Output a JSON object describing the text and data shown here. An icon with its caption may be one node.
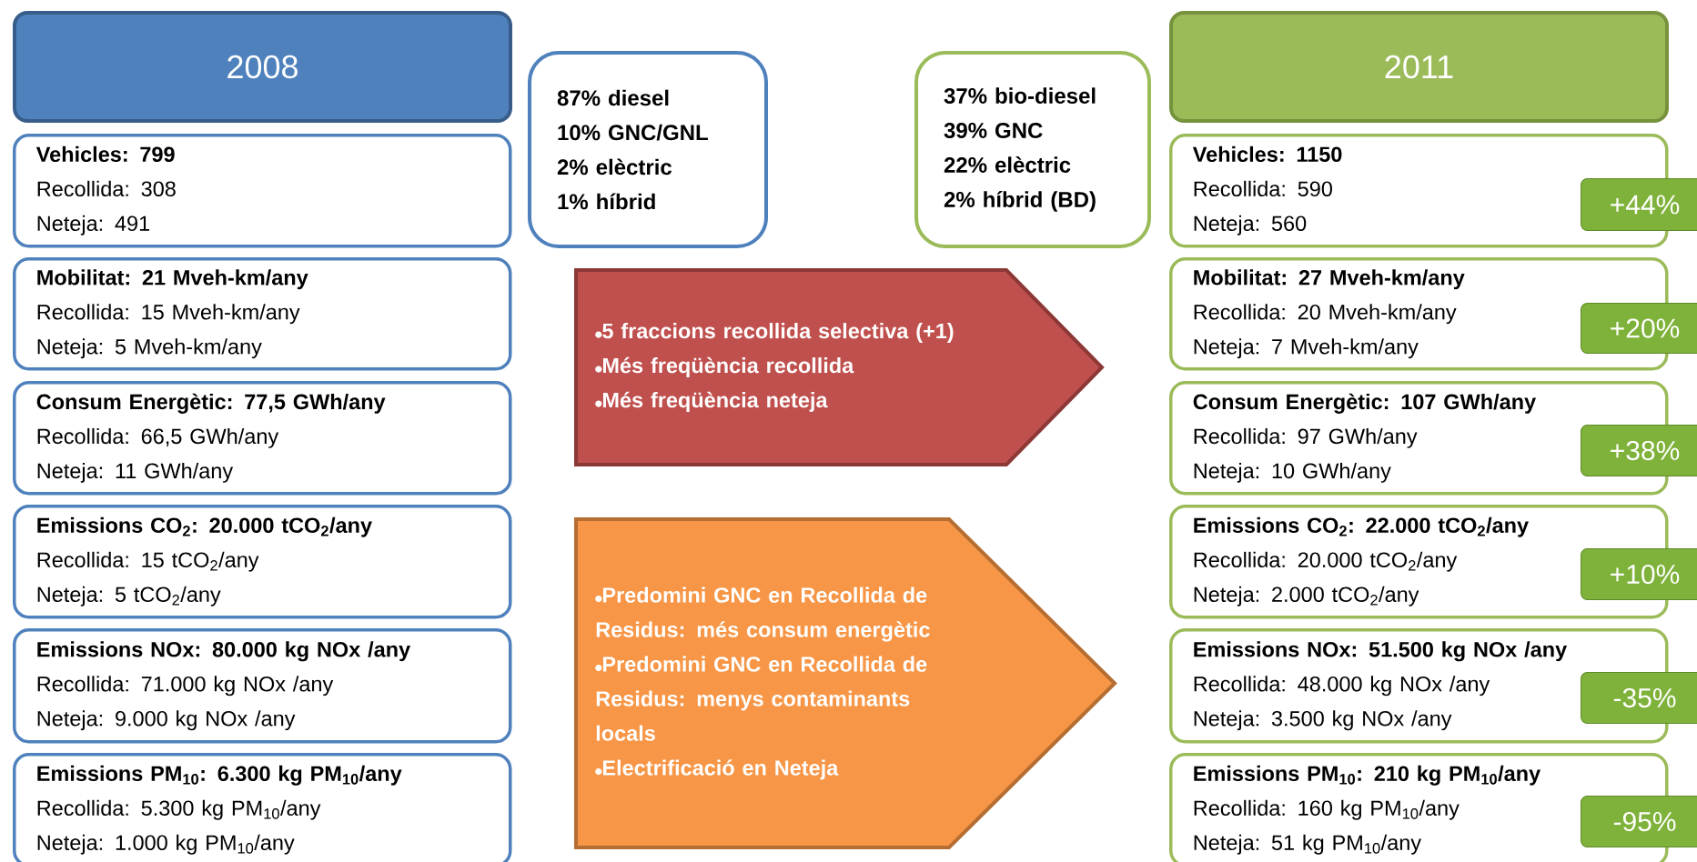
{
  "diagram": {
    "nodes": [
      {
        "text": [
          "2008"
        ]
      },
      {
        "text": [
          "Vehicles: 799",
          "Recollida: 308",
          "Neteja: 491"
        ]
      },
      {
        "text": [
          "Mobilitat: 21 Mveh-km/any",
          "Recollida: 15 Mveh-km/any",
          "Neteja: 5 Mveh-km/any"
        ]
      },
      {
        "text": [
          "Consum Energètic: 77,5 GWh/any",
          "Recollida: 66,5 GWh/any",
          "Neteja: 11 GWh/any"
        ]
      },
      {
        "text": [
          "Emissions CO$_{2}$: 20.000 tCO$_{2}$/any",
          "Recollida: 15 tCO$_{2}$/any",
          "Neteja: 5 tCO$_{2}$/any"
        ]
      },
      {
        "text": [
          "Emissions NOx: 80.000 kg NOx /any",
          "Recollida: 71.000 kg NOx /any",
          "Neteja: 9.000 kg NOx /any"
        ]
      },
      {
        "text": [
          "Emissions PM$_{10}$: 6.300 kg PM$_{10}$/any",
          "Recollida: 5.300 kg PM$_{10}$/any",
          "Neteja: 1.000 kg PM$_{10}$/any"
        ]
      },
      {
        "text": [
          "87% diesel",
          "10% GNC/GNL",
          "2% elèctric",
          "1% híbrid"
        ]
      },
      {
        "text": [
          "37% bio-diesel",
          "39% GNC",
          "22% elèctric",
          "2% híbrid (BD)"
        ]
      },
      {
        "text": [
          "5 fraccions recollida selectiva (+1)",
          "Més freqüència recollida",
          "Més freqüència neteja"
        ]
      },
      {
        "text": [
          "Predomini GNC en Recollida de Residus: més consum energètic",
          "Predomini GNC en Recollida de Residus: menys contaminants locals",
          "Electrificació en Neteja"
        ]
      },
      {
        "text": [
          "2011"
        ]
      },
      {
        "text": [
          "Vehicles: 1150",
          "Recollida: 590",
          "Neteja: 560"
        ]
      },
      {
        "text": [
          "Mobilitat: 27 Mveh-km/any",
          "Recollida: 20 Mveh-km/any",
          "Neteja: 7 Mveh-km/any"
        ]
      },
      {
        "text": [
          "Consum Energètic: 107 GWh/any",
          "Recollida: 97 GWh/any",
          "Neteja: 10 GWh/any"
        ]
      },
      {
        "text": [
          "Emissions CO$_{2}$: 22.000 tCO$_{2}$/any",
          "Recollida: 20.000 tCO$_{2}$/any",
          "Neteja: 2.000 tCO$_{2}$/any"
        ]
      },
      {
        "text": [
          "Emissions NOx: 51.500 kg NOx /any",
          "Recollida: 48.000 kg NOx /any",
          "Neteja: 3.500 kg NOx /any"
        ]
      },
      {
        "text": [
          "Emissions PM$_{10}$: 210 kg PM$_{10}$/any",
          "Recollida: 160 kg PM$_{10}$/any",
          "Neteja: 51 kg PM$_{10}$/any"
        ]
      },
      {
        "text": [
          "+44%"
        ]
      },
      {
        "text": [
          "+20%"
        ]
      },
      {
        "text": [
          "+38%"
        ]
      },
      {
        "text": [
          "+10%"
        ]
      },
      {
        "text": [
          "-35%"
        ]
      },
      {
        "text": [
          "-95%"
        ]
      }
    ]
  }
}
